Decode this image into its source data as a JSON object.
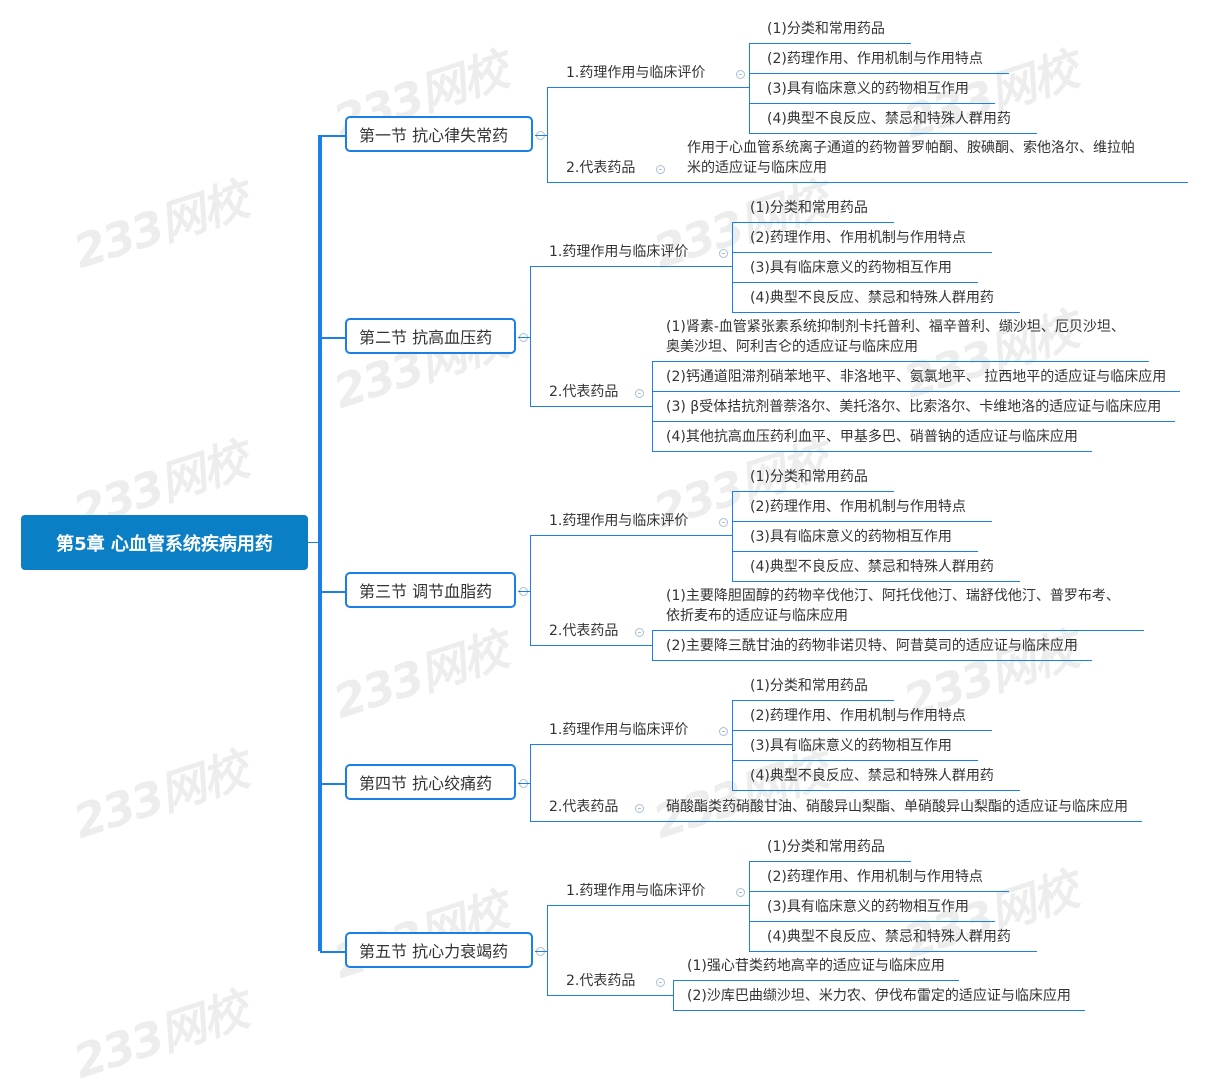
{
  "watermark": "233网校",
  "root": {
    "title": "第5章 心血管系统疾病用药"
  },
  "colors": {
    "root": "#0b7fc6",
    "line": "#1a7fe6"
  },
  "sections": [
    {
      "title": "第一节 抗心律失常药",
      "sub1": {
        "label": "1.药理作用与临床评价",
        "leaves": [
          "(1)分类和常用药品",
          "(2)药理作用、作用机制与作用特点",
          "(3)具有临床意义的药物相互作用",
          "(4)典型不良反应、禁忌和特殊人群用药"
        ]
      },
      "sub2": {
        "label": "2.代表药品",
        "leaves": [
          "作用于心血管系统离子通道的药物普罗帕酮、胺碘酮、索他洛尔、维拉帕\n米的适应证与临床应用"
        ]
      }
    },
    {
      "title": "第二节 抗高血压药",
      "sub1": {
        "label": "1.药理作用与临床评价",
        "leaves": [
          "(1)分类和常用药品",
          "(2)药理作用、作用机制与作用特点",
          "(3)具有临床意义的药物相互作用",
          "(4)典型不良反应、禁忌和特殊人群用药"
        ]
      },
      "sub2": {
        "label": "2.代表药品",
        "leaves": [
          "(1)肾素-血管紧张素系统抑制剂卡托普利、福辛普利、缬沙坦、厄贝沙坦、\n奥美沙坦、阿利吉仑的适应证与临床应用",
          "(2)钙通道阻滞剂硝苯地平、非洛地平、氨氯地平、 拉西地平的适应证与临床应用",
          "(3) β受体拮抗剂普萘洛尔、美托洛尔、比索洛尔、卡维地洛的适应证与临床应用",
          "(4)其他抗高血压药利血平、甲基多巴、硝普钠的适应证与临床应用"
        ]
      }
    },
    {
      "title": "第三节 调节血脂药",
      "sub1": {
        "label": "1.药理作用与临床评价",
        "leaves": [
          "(1)分类和常用药品",
          "(2)药理作用、作用机制与作用特点",
          "(3)具有临床意义的药物相互作用",
          "(4)典型不良反应、禁忌和特殊人群用药"
        ]
      },
      "sub2": {
        "label": "2.代表药品",
        "leaves": [
          "(1)主要降胆固醇的药物辛伐他汀、阿托伐他汀、瑞舒伐他汀、普罗布考、\n依折麦布的适应证与临床应用",
          "(2)主要降三酰甘油的药物非诺贝特、阿昔莫司的适应证与临床应用"
        ]
      }
    },
    {
      "title": "第四节 抗心绞痛药",
      "sub1": {
        "label": "1.药理作用与临床评价",
        "leaves": [
          "(1)分类和常用药品",
          "(2)药理作用、作用机制与作用特点",
          "(3)具有临床意义的药物相互作用",
          "(4)典型不良反应、禁忌和特殊人群用药"
        ]
      },
      "sub2": {
        "label": "2.代表药品",
        "leaves": [
          "硝酸酯类药硝酸甘油、硝酸异山梨酯、单硝酸异山梨酯的适应证与临床应用"
        ]
      }
    },
    {
      "title": "第五节 抗心力衰竭药",
      "sub1": {
        "label": "1.药理作用与临床评价",
        "leaves": [
          "(1)分类和常用药品",
          "(2)药理作用、作用机制与作用特点",
          "(3)具有临床意义的药物相互作用",
          "(4)典型不良反应、禁忌和特殊人群用药"
        ]
      },
      "sub2": {
        "label": "2.代表药品",
        "leaves": [
          "(1)强心苷类药地高辛的适应证与临床应用",
          "(2)沙库巴曲缬沙坦、米力农、伊伐布雷定的适应证与临床应用"
        ]
      }
    }
  ]
}
